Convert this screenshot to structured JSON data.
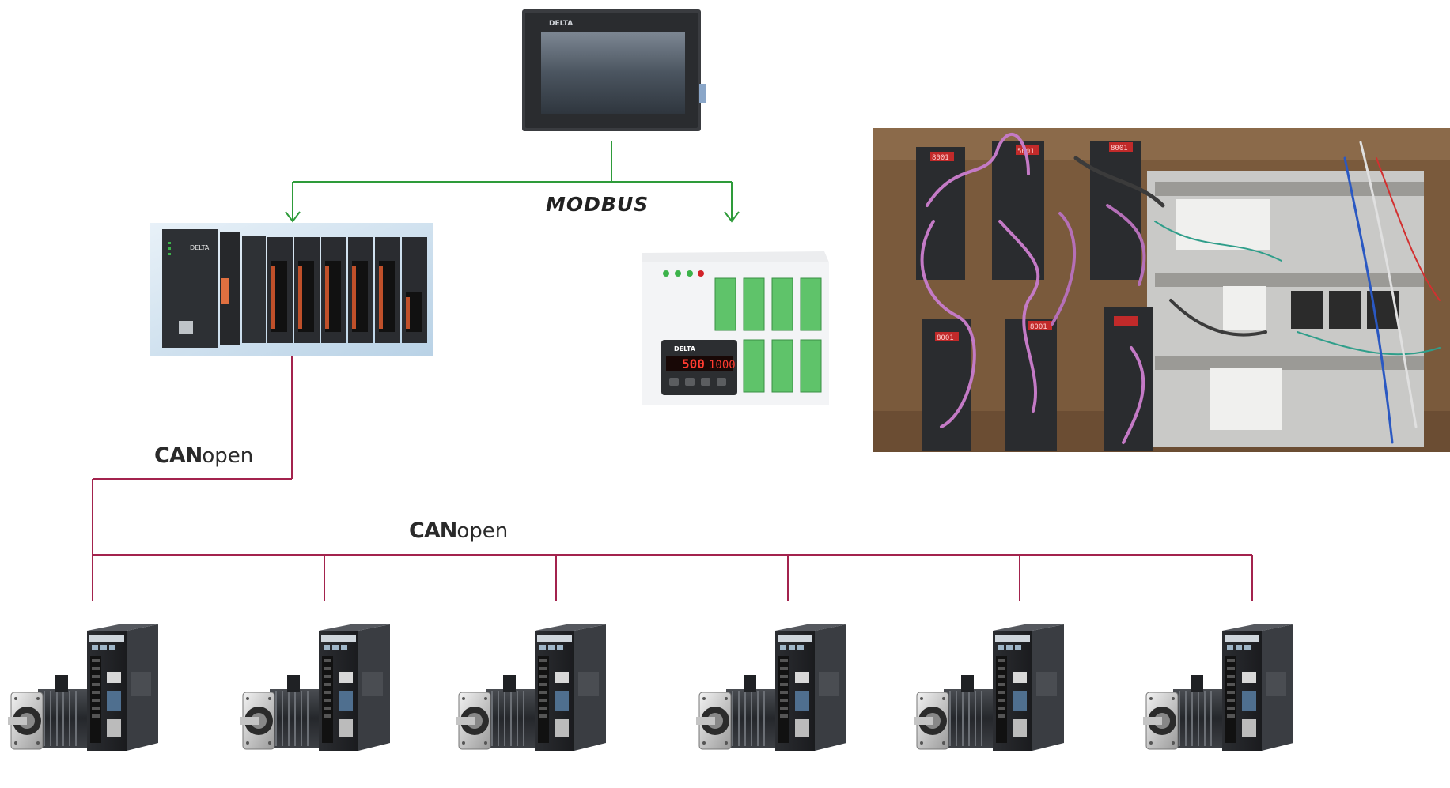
{
  "labels": {
    "modbus": "MODBUS",
    "canopen_1": {
      "bold": "CAN",
      "light": "open"
    },
    "canopen_2": {
      "bold": "CAN",
      "light": "open"
    }
  },
  "hmi": {
    "brand": "DELTA"
  },
  "plc": {
    "brand": "DELTA"
  },
  "temp_controller": {
    "brand": "DELTA",
    "display_pv": "500",
    "display_sv": "1000"
  },
  "panel_photo": {
    "drive_readouts": [
      "8001",
      "5001",
      "8001",
      "8001",
      "8001"
    ]
  },
  "servos": {
    "count": 6
  },
  "colors": {
    "modbus_line": "#2e9b3a",
    "canopen_line": "#a3234d"
  }
}
